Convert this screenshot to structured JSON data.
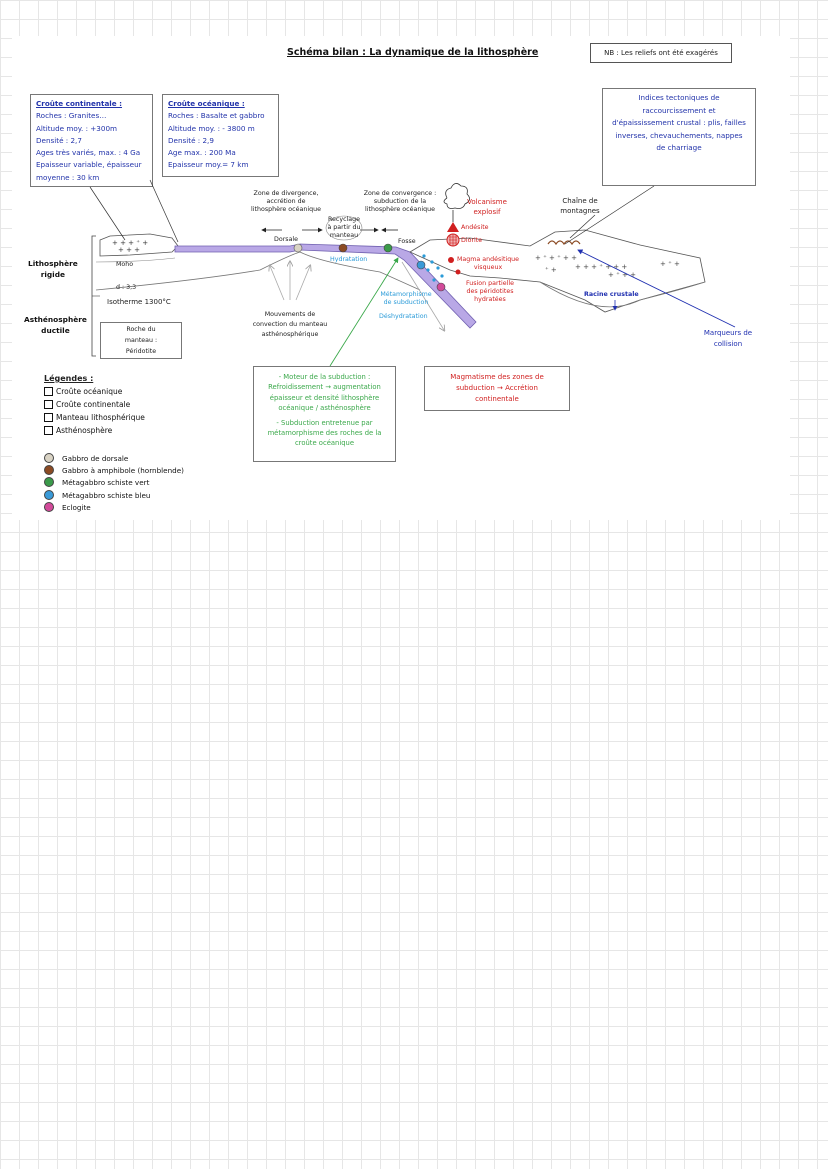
{
  "title": "Schéma bilan : La dynamique de la lithosphère",
  "nb": "NB : Les reliefs ont été exagérés",
  "continental_box": {
    "heading": "Croûte continentale :",
    "lines": [
      "Roches : Granites…",
      "Altitude moy. : +300m",
      "Densité : 2,7",
      "Ages très variés, max. : 4 Ga",
      "Epaisseur variable, épaisseur",
      "moyenne : 30 km"
    ]
  },
  "oceanic_box": {
    "heading": "Croûte océanique :",
    "lines": [
      "Roches : Basalte et gabbro",
      "Altitude moy. : - 3800 m",
      "Densité : 2,9",
      "Age max. : 200 Ma",
      "Epaisseur moy.= 7 km"
    ]
  },
  "tectonic_box": {
    "lines": [
      "Indices tectoniques de",
      "raccourcissement et",
      "d'épaississement crustal : plis, failles",
      "inverses, chevauchements, nappes",
      "de charriage"
    ]
  },
  "labels": {
    "divergence": [
      "Zone de divergence,",
      "accrétion de",
      "lithosphère océanique"
    ],
    "dorsale": "Dorsale",
    "recyclage": [
      "Recyclage",
      "à partir du",
      "manteau"
    ],
    "convergence": [
      "Zone de convergence :",
      "subduction de la",
      "lithosphère océanique"
    ],
    "fosse": "Fosse",
    "hydratation": "Hydratation",
    "volcanisme": [
      "Volcanisme",
      "explosif"
    ],
    "andesite": "Andésite",
    "diorite": "Diorite",
    "magma": [
      "Magma andésitique",
      "visqueux"
    ],
    "fusion": [
      "Fusion partielle",
      "des péridotites",
      "hydratées"
    ],
    "metamorphisme": [
      "Métamorphisme",
      "de subduction"
    ],
    "deshydratation": "Déshydratation",
    "chaine": [
      "Chaîne de",
      "montagnes"
    ],
    "racine": "Racine crustale",
    "marqueurs": [
      "Marqueurs de",
      "collision"
    ],
    "moho": "Moho",
    "densite": "d : 3,3",
    "isotherme": "Isotherme 1300°C",
    "roche_manteau": [
      "Roche du",
      "manteau :",
      "Péridotite"
    ],
    "mouvements": [
      "Mouvements de",
      "convection du manteau",
      "asthénosphérique"
    ],
    "lithosphere": [
      "Lithosphère",
      "rigide"
    ],
    "asthenosphere": [
      "Asthénosphère",
      "ductile"
    ]
  },
  "moteur_box": {
    "lines": [
      "- Moteur de la subduction :",
      "Refroidissement → augmentation",
      "épaisseur et densité lithosphère",
      "océanique / asthénosphère",
      "",
      "- Subduction entretenue par",
      "métamorphisme des roches de la",
      "croûte océanique"
    ]
  },
  "magmatisme_box": {
    "lines": [
      "Magmatisme des zones de",
      "subduction → Accrétion",
      "continentale"
    ]
  },
  "legend": {
    "title": "Légendes :",
    "squares": [
      "Croûte océanique",
      "Croûte continentale",
      "Manteau lithosphérique",
      "Asthénosphère"
    ],
    "rocks": [
      {
        "label": "Gabbro de dorsale",
        "color": "#d9d3c4"
      },
      {
        "label": "Gabbro à amphibole (hornblende)",
        "color": "#8b4a23"
      },
      {
        "label": "Métagabbro schiste vert",
        "color": "#3b9a4a"
      },
      {
        "label": "Métagabbro schiste bleu",
        "color": "#3a9ad8"
      },
      {
        "label": "Eclogite",
        "color": "#d24a9a"
      }
    ]
  },
  "colors": {
    "oceanic_crust": "#b9a8e6",
    "red_text": "#d01f1f",
    "blue_text": "#2b9bd8",
    "green_text": "#3aa84a",
    "navy_text": "#1f2fb0"
  }
}
